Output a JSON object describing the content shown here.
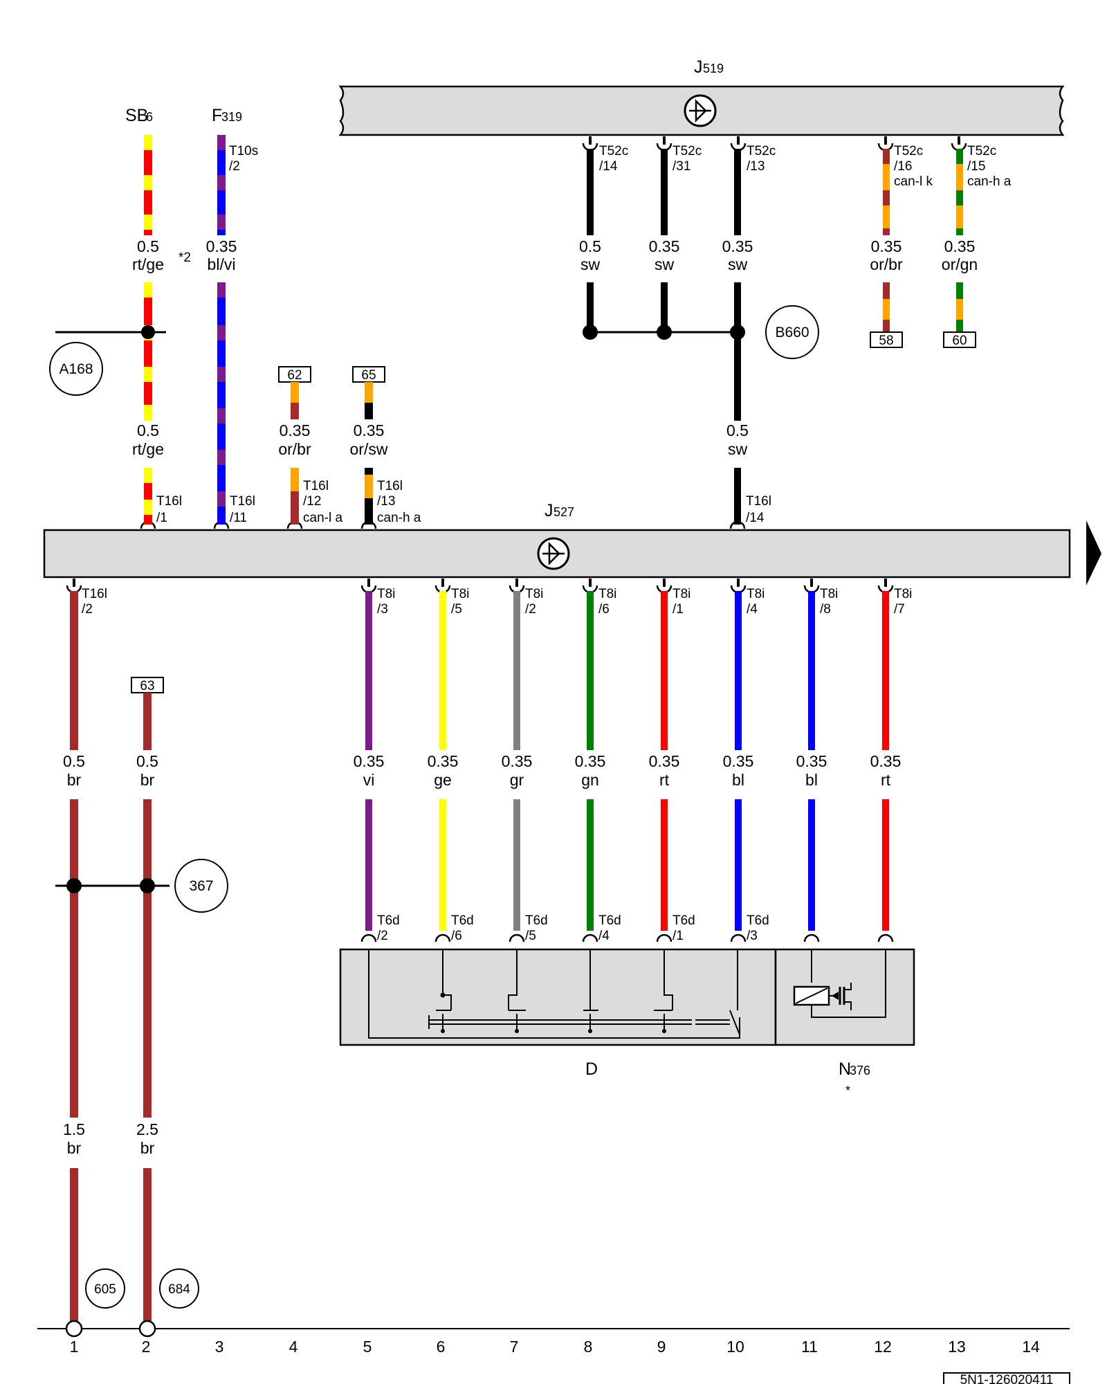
{
  "colors": {
    "rt": "#ff0000",
    "ge": "#ffff00",
    "bl": "#0000ff",
    "vi": "#7d1a8c",
    "or": "#ffa500",
    "br": "#a52a2a",
    "sw": "#000000",
    "gn": "#008000",
    "gr": "#808080",
    "module_fill": "#dcdcdc"
  },
  "modules": {
    "j519": {
      "name": "J",
      "sub": "519"
    },
    "j527": {
      "name": "J",
      "sub": "527"
    },
    "sb6": {
      "name": "SB",
      "sub": "6"
    },
    "f319": {
      "name": "F",
      "sub": "319"
    },
    "d": {
      "name": "D"
    },
    "n376": {
      "name": "N",
      "sub": "376",
      "note": "*"
    }
  },
  "circles": {
    "a168": "A168",
    "b660": "B660",
    "c367": "367",
    "c605": "605",
    "c684": "684"
  },
  "boxes": {
    "b62": "62",
    "b65": "65",
    "b58": "58",
    "b60": "60",
    "b63": "63"
  },
  "note_star2": "*2",
  "sb6_wire": {
    "upper_size": "0.5",
    "upper_color": "rt/ge",
    "lower_size": "0.5",
    "lower_color": "rt/ge",
    "pin": "T16l",
    "pin_no": "/1"
  },
  "f319_wire": {
    "t_pin": "T10s",
    "t_no": "/2",
    "size": "0.35",
    "color": "bl/vi",
    "pin": "T16l",
    "pin_no": "/11"
  },
  "w4": {
    "size": "0.35",
    "color": "or/br",
    "pin": "T16l",
    "pin_no": "/12",
    "signal": "can-l a"
  },
  "w5": {
    "size": "0.35",
    "color": "or/sw",
    "pin": "T16l",
    "pin_no": "/13",
    "signal": "can-h a"
  },
  "w10_lower": {
    "size": "0.5",
    "color": "sw",
    "pin": "T16l",
    "pin_no": "/14"
  },
  "j519_pins": [
    {
      "pin": "T52c",
      "no": "/14",
      "size": "0.5",
      "color": "sw",
      "signal": ""
    },
    {
      "pin": "T52c",
      "no": "/31",
      "size": "0.35",
      "color": "sw",
      "signal": ""
    },
    {
      "pin": "T52c",
      "no": "/13",
      "size": "0.35",
      "color": "sw",
      "signal": ""
    },
    {
      "pin": "T52c",
      "no": "/16",
      "size": "0.35",
      "color": "or/br",
      "signal": "can-l k"
    },
    {
      "pin": "T52c",
      "no": "/15",
      "size": "0.35",
      "color": "or/gn",
      "signal": "can-h a"
    }
  ],
  "ground_wires": {
    "w1": {
      "pin": "T16l",
      "no": "/2",
      "size": "0.5",
      "color": "br",
      "size2": "1.5",
      "color2": "br"
    },
    "w2": {
      "size": "0.5",
      "color": "br",
      "size2": "2.5",
      "color2": "br"
    }
  },
  "t8i_wires": [
    {
      "pin": "T8i",
      "no": "/3",
      "size": "0.35",
      "color": "vi",
      "t6d": "T6d",
      "t6d_no": "/2"
    },
    {
      "pin": "T8i",
      "no": "/5",
      "size": "0.35",
      "color": "ge",
      "t6d": "T6d",
      "t6d_no": "/6"
    },
    {
      "pin": "T8i",
      "no": "/2",
      "size": "0.35",
      "color": "gr",
      "t6d": "T6d",
      "t6d_no": "/5"
    },
    {
      "pin": "T8i",
      "no": "/6",
      "size": "0.35",
      "color": "gn",
      "t6d": "T6d",
      "t6d_no": "/4"
    },
    {
      "pin": "T8i",
      "no": "/1",
      "size": "0.35",
      "color": "rt",
      "t6d": "T6d",
      "t6d_no": "/1"
    },
    {
      "pin": "T8i",
      "no": "/4",
      "size": "0.35",
      "color": "bl",
      "t6d": "T6d",
      "t6d_no": "/3"
    },
    {
      "pin": "T8i",
      "no": "/8",
      "size": "0.35",
      "color": "bl",
      "t6d": "",
      "t6d_no": ""
    },
    {
      "pin": "T8i",
      "no": "/7",
      "size": "0.35",
      "color": "rt",
      "t6d": "",
      "t6d_no": ""
    }
  ],
  "columns": [
    "1",
    "2",
    "3",
    "4",
    "5",
    "6",
    "7",
    "8",
    "9",
    "10",
    "11",
    "12",
    "13",
    "14"
  ],
  "doc_id": "5N1-126020411"
}
